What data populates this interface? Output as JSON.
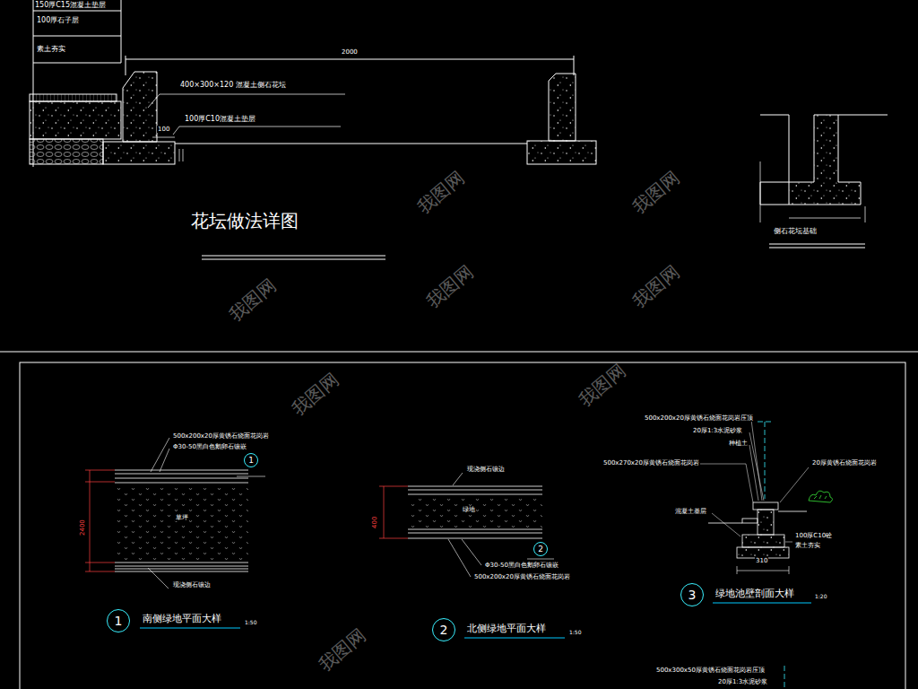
{
  "diagram": {
    "title": "花坛做法详图",
    "nodes": [
      {
        "text": [
          "1"
        ]
      },
      {
        "text": [
          "2"
        ]
      },
      {
        "text": [
          "3"
        ]
      },
      {
        "text": [
          "1"
        ]
      },
      {
        "text": [
          "2"
        ]
      }
    ],
    "labels": [
      "150厚C15混凝土垫层",
      "100厚石子层",
      "素土夯实",
      "2000",
      "400×300×120 混凝土侧石花坛",
      "100厚C10混凝土垫层",
      "100",
      "侧石花坛基础",
      "500x200x20厚黄锈石烧面花岗岩",
      "Φ30-50黑白色鹅卵石镶嵌",
      "2400",
      "草坪",
      "现浇侧石镶边",
      "南侧绿地平面大样",
      "1:50",
      "现浇侧石镶边",
      "400",
      "绿地",
      "Φ30-50黑白色鹅卵石镶嵌",
      "500x200x20厚黄锈石烧面花岗岩",
      "北侧绿地平面大样",
      "1:50",
      "500x200x20厚黄锈石烧面花岗岩压顶",
      "20厚1:3水泥砂浆",
      "种植土",
      "500x270x20厚黄锈石烧面花岗岩",
      "20厚黄锈石烧面花岗岩",
      "混凝土基层",
      "100厚C10砼",
      "素土夯实",
      "310",
      "绿地池壁剖面大样",
      "1:20",
      "500x300x50厚黄锈石烧面花岗岩压顶",
      "20厚1:3水泥砂浆",
      "我图网",
      "我图网",
      "我图网",
      "我图网",
      "我图网",
      "我图网",
      "我图网",
      "我图网"
    ]
  }
}
